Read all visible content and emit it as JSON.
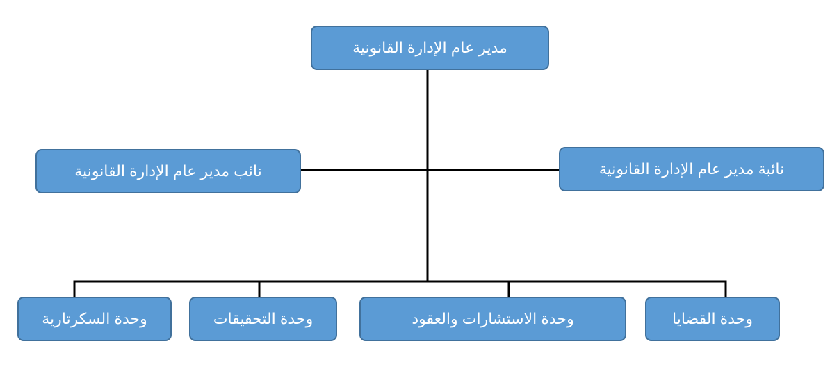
{
  "diagram": {
    "type": "org-chart",
    "colors": {
      "box_fill": "#5b9bd5",
      "box_border": "#41719c",
      "box_text": "#ffffff",
      "connector": "#000000"
    },
    "root": {
      "label": "مدير عام الإدارة القانونية"
    },
    "deputies": {
      "left": {
        "label": "نائب مدير عام الإدارة القانونية"
      },
      "right": {
        "label": "نائبة مدير عام الإدارة القانونية"
      }
    },
    "units": [
      {
        "label": "وحدة السكرتارية"
      },
      {
        "label": "وحدة التحقيقات"
      },
      {
        "label": "وحدة الاستشارات والعقود"
      },
      {
        "label": "وحدة القضايا"
      }
    ]
  }
}
